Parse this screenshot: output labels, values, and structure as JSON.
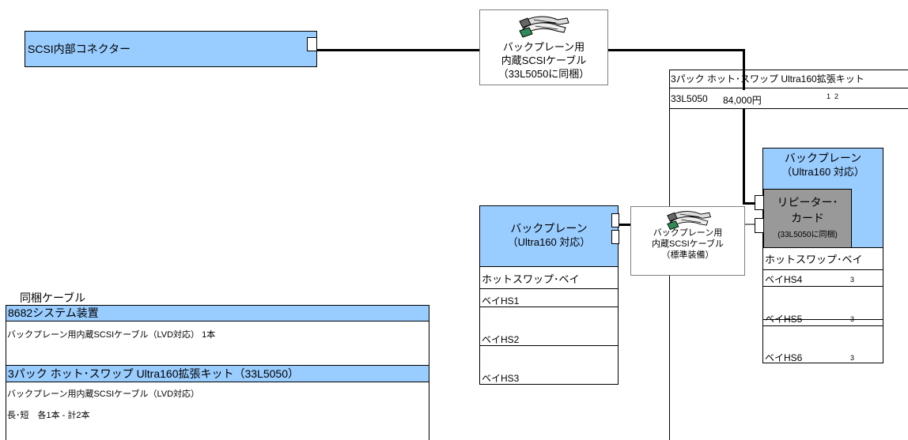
{
  "scsi_connector": {
    "label": "SCSI内部コネクター"
  },
  "top_cable": {
    "line1": "バックプレーン用",
    "line2": "内蔵SCSIケーブル",
    "line3": "（33L5050に同梱）"
  },
  "kit": {
    "title": "3パック ホット･スワップ Ultra160拡張キット",
    "part": "33L5050",
    "price": "84,000円",
    "notes": "1  2"
  },
  "right_backplane": {
    "line1": "バックプレーン",
    "line2": "（Ultra160 対応）"
  },
  "repeater": {
    "line1": "リピーター･",
    "line2": "カード",
    "line3": "(33L5050に同梱)"
  },
  "right_bays": {
    "header": "ホットスワップ･ベイ",
    "items": [
      {
        "label": "ベイHS4",
        "note": "3"
      },
      {
        "label": "ベイHS5",
        "note": "3"
      },
      {
        "label": "ベイHS6",
        "note": "3"
      }
    ]
  },
  "mid_cable": {
    "line1": "バックプレーン用",
    "line2": "内蔵SCSIケーブル",
    "line3": "（標準装備）"
  },
  "left_backplane": {
    "line1": "バックプレーン",
    "line2": "（Ultra160 対応）"
  },
  "left_bays": {
    "header": "ホットスワップ･ベイ",
    "items": [
      {
        "label": "ベイHS1"
      },
      {
        "label": "ベイHS2"
      },
      {
        "label": "ベイHS3"
      }
    ]
  },
  "bundled": {
    "title": "同梱ケーブル",
    "sections": [
      {
        "header": "8682システム装置",
        "lines": [
          "バックプレーン用内蔵SCSIケーブル（LVD対応） 1本"
        ]
      },
      {
        "header": "3パック ホット･スワップ Ultra160拡張キット（33L5050）",
        "lines": [
          "バックプレーン用内蔵SCSIケーブル（LVD対応）",
          "長･短　各1本 - 計2本"
        ]
      }
    ]
  },
  "colors": {
    "box_blue": "#99ccff",
    "repeater_gray": "#999999",
    "line_black": "#000000"
  }
}
